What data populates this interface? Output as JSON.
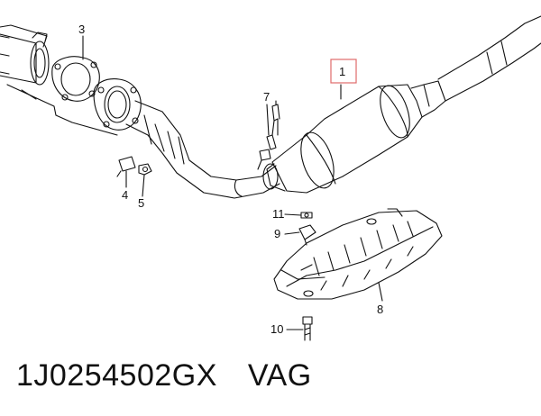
{
  "callouts": {
    "c1": "1",
    "c3": "3",
    "c4": "4",
    "c5": "5",
    "c7": "7",
    "c8": "8",
    "c9": "9",
    "c10": "10",
    "c11": "11"
  },
  "caption": {
    "part_number": "1J0254502GX",
    "brand": "VAG"
  },
  "colors": {
    "highlight_box": "#e06a6a",
    "line": "#111111"
  }
}
